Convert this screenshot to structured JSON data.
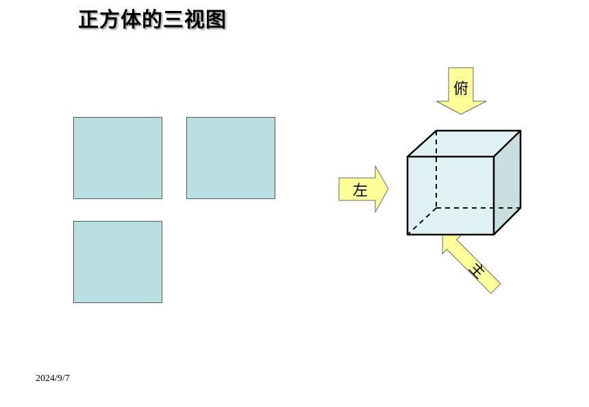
{
  "title": "正方体的三视图",
  "date": "2024/9/7",
  "arrows": {
    "top_label": "俯",
    "left_label": "左",
    "front_label": "主"
  },
  "colors": {
    "square_fill": "#b9dfe3",
    "cube_front_fill": "#dff1f2",
    "cube_side_fill": "#c9dede",
    "arrow_fill": "#ffff99"
  }
}
